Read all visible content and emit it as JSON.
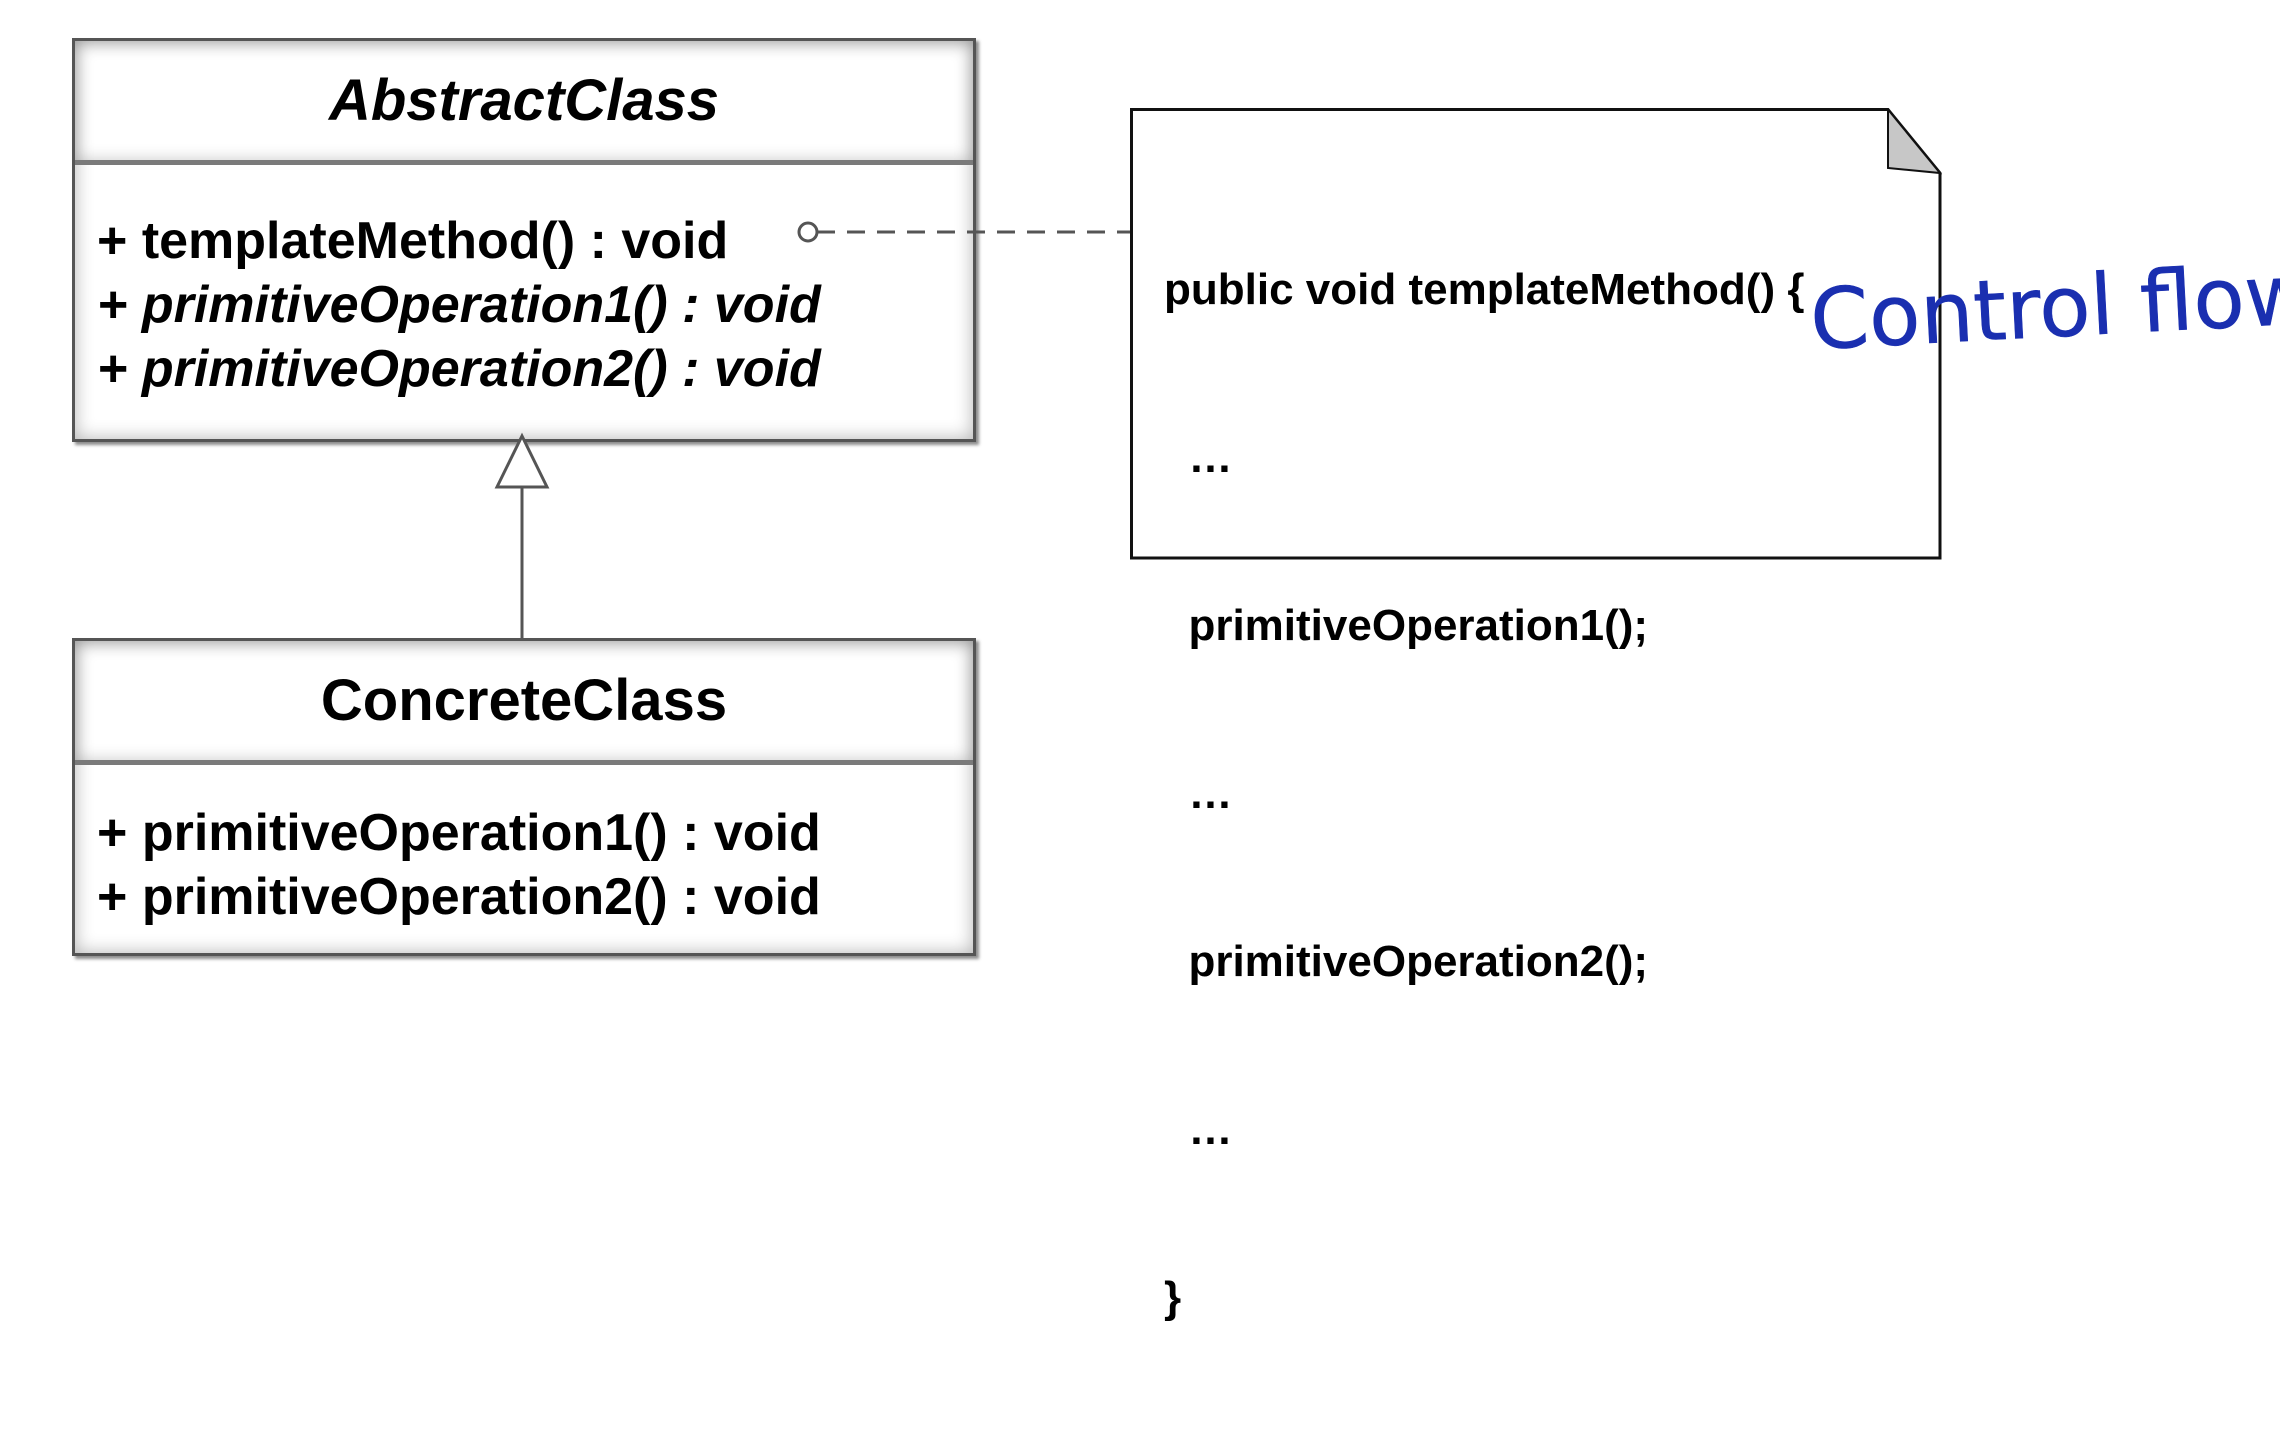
{
  "abstract_class": {
    "name": "AbstractClass",
    "operations": [
      "+ templateMethod() : void",
      "+ primitiveOperation1() : void",
      "+ primitiveOperation2() : void"
    ]
  },
  "concrete_class": {
    "name": "ConcreteClass",
    "operations": [
      "+ primitiveOperation1() : void",
      "+ primitiveOperation2() : void"
    ]
  },
  "note": {
    "code_lines": [
      "public void templateMethod() {",
      "  …",
      "  primitiveOperation1();",
      "  …",
      "  primitiveOperation2();",
      "  …",
      "}"
    ]
  },
  "annotation": {
    "text": "Control flow",
    "color": "#1a2fb0"
  },
  "relations": [
    {
      "type": "generalization",
      "from": "ConcreteClass",
      "to": "AbstractClass"
    },
    {
      "type": "note-anchor",
      "from": "templateMethod",
      "to": "note"
    }
  ]
}
